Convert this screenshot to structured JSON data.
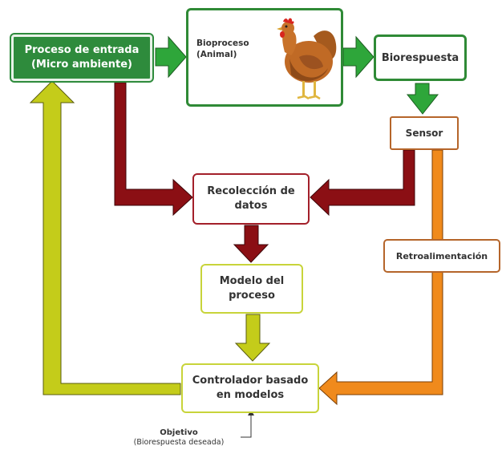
{
  "nodes": {
    "input_process": {
      "line1": "Proceso de entrada",
      "line2": "(Micro ambiente)"
    },
    "bioprocess": {
      "line1": "Bioproceso",
      "line2": "(Animal)",
      "image": "hen-icon"
    },
    "bioresponse": {
      "label": "Biorespuesta"
    },
    "sensor": {
      "label": "Sensor"
    },
    "data_collection": {
      "line1": "Recolección de",
      "line2": "datos"
    },
    "process_model": {
      "line1": "Modelo del",
      "line2": "proceso"
    },
    "controller": {
      "line1": "Controlador basado",
      "line2": "en modelos"
    },
    "feedback": {
      "label": "Retroalimentación"
    }
  },
  "objective": {
    "title": "Objetivo",
    "subtitle": "(Biorespuesta deseada)"
  },
  "colors": {
    "green": "#2e8b3c",
    "dark_red": "#8b0f14",
    "lime": "#c4cc1a",
    "orange": "#f08a1c",
    "brown_border": "#b5652a"
  }
}
